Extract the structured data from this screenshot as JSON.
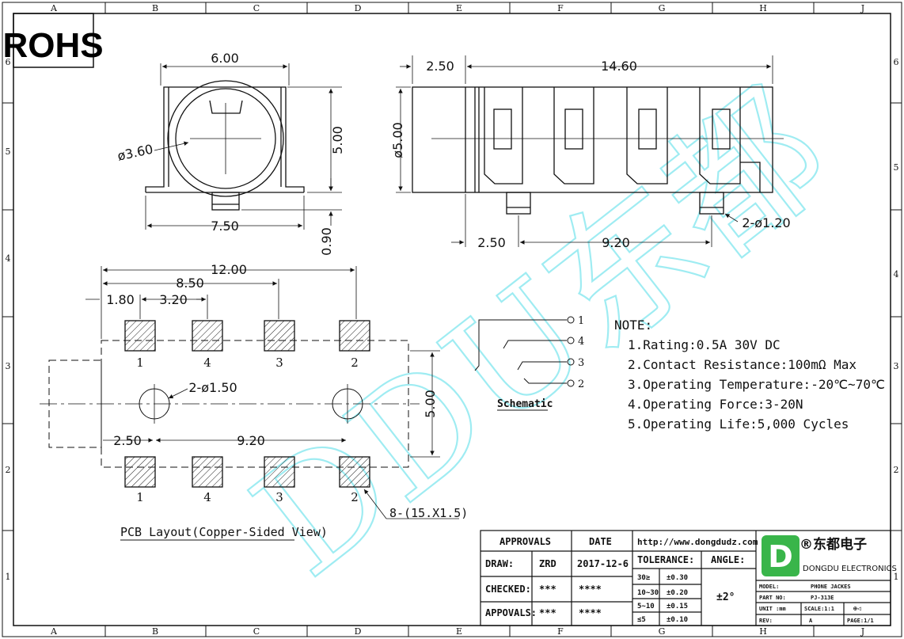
{
  "border": {
    "cols": [
      "A",
      "B",
      "C",
      "D",
      "E",
      "F",
      "G",
      "H",
      "J"
    ],
    "rows": [
      "6",
      "5",
      "4",
      "3",
      "2",
      "1"
    ]
  },
  "rohs": "ROHS",
  "front_view": {
    "width_top": "6.00",
    "height": "5.00",
    "diameter": "ø3.60",
    "width_bottom": "7.50",
    "pin_length": "0.90"
  },
  "side_view": {
    "offset": "2.50",
    "length": "14.60",
    "diameter": "ø5.00",
    "pin_hole": "2-ø1.20",
    "pin_offset": "2.50",
    "pin_pitch": "9.20"
  },
  "pcb": {
    "total": "12.00",
    "d850": "8.50",
    "d180": "1.80",
    "d320": "3.20",
    "holes": "2-ø1.50",
    "height": "5.00",
    "hole_offset": "2.50",
    "hole_pitch": "9.20",
    "pad_spec": "8-(15.X1.5)",
    "top_labels": [
      "1",
      "4",
      "3",
      "2"
    ],
    "bottom_labels": [
      "1",
      "4",
      "3",
      "2"
    ],
    "caption": "PCB Layout(Copper-Sided View)"
  },
  "schematic": {
    "pins": [
      "1",
      "4",
      "3",
      "2"
    ],
    "label": "Schematic"
  },
  "notes": {
    "title": "NOTE:",
    "items": [
      "1.Rating:0.5A 30V DC",
      "2.Contact Resistance:100mΩ Max",
      "3.Operating Temperature:-20℃~70℃",
      "4.Operating Force:3-20N",
      "5.Operating Life:5,000 Cycles"
    ]
  },
  "watermark": "DDU东都",
  "title_block": {
    "approvals": "APPROVALS",
    "date": "DATE",
    "website": "http://www.dongdudz.com",
    "draw_label": "DRAW:",
    "draw_name": "ZRD",
    "draw_date": "2017-12-6",
    "checked_label": "CHECKED:",
    "checked_name": "***",
    "checked_date": "****",
    "appovals_label": "APPOVALS:",
    "appovals_name": "***",
    "appovals_date": "****",
    "tolerance": "TOLERANCE:",
    "angle": "ANGLE:",
    "tol_rows": [
      {
        "range": "30≥",
        "value": "±0.30"
      },
      {
        "range": "10~30",
        "value": "±0.20"
      },
      {
        "range": "5~10",
        "value": "±0.15"
      },
      {
        "range": "≤5",
        "value": "±0.10"
      }
    ],
    "angle_value": "±2°",
    "company_cn": "®东都电子",
    "company_en": "DONGDU ELECTRONICS",
    "model_label": "MODEL:",
    "model_value": "PHONE JACKES",
    "part_label": "PART NO:",
    "part_value": "PJ-313E",
    "unit_label": "UNIT :mm",
    "scale_label": "SCALE:1:1",
    "rev_label": "REV:",
    "rev_value": "A",
    "page_label": "PAGE:1/1",
    "logo_letter": "D",
    "proj_symbol": "⊕◁"
  }
}
